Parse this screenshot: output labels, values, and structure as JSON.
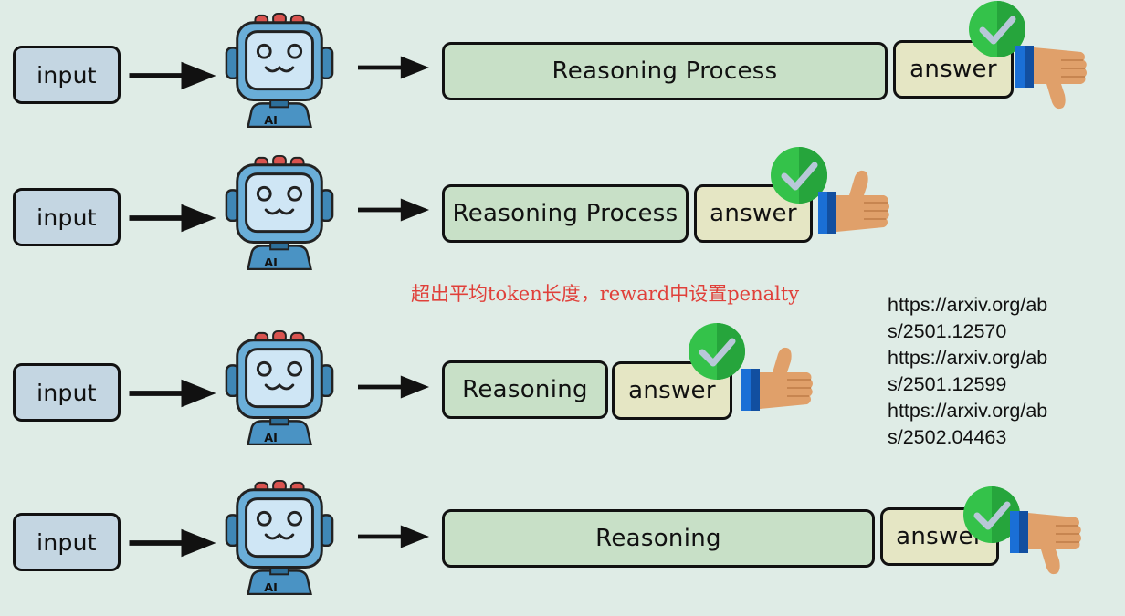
{
  "rows": [
    {
      "input": "input",
      "reasoning": "Reasoning Process",
      "answer": "answer",
      "verdict": "thumbs-down"
    },
    {
      "input": "input",
      "reasoning": "Reasoning Process",
      "answer": "answer",
      "verdict": "thumbs-up"
    },
    {
      "input": "input",
      "reasoning": "Reasoning",
      "answer": "answer",
      "verdict": "thumbs-up"
    },
    {
      "input": "input",
      "reasoning": "Reasoning",
      "answer": "answer",
      "verdict": "thumbs-down"
    }
  ],
  "annotation": "超出平均token长度，reward中设置penalty",
  "links": [
    "https://arxiv.org/ab",
    "s/2501.12570",
    "https://arxiv.org/ab",
    "s/2501.12599",
    "https://arxiv.org/ab",
    "s/2502.04463"
  ],
  "robot_badge": "AI",
  "colors": {
    "background": "#dfece6",
    "input_box": "#c4d6e2",
    "reasoning_box": "#c8e0c7",
    "answer_box": "#e5e6c4",
    "annotation": "#e0403a",
    "check_green": "#34c24a",
    "thumb_skin": "#e0a06a",
    "cuff_blue": "#1a6fd6"
  },
  "icons": [
    "robot-icon",
    "arrow-icon",
    "check-icon",
    "thumbs-up-icon",
    "thumbs-down-icon"
  ]
}
